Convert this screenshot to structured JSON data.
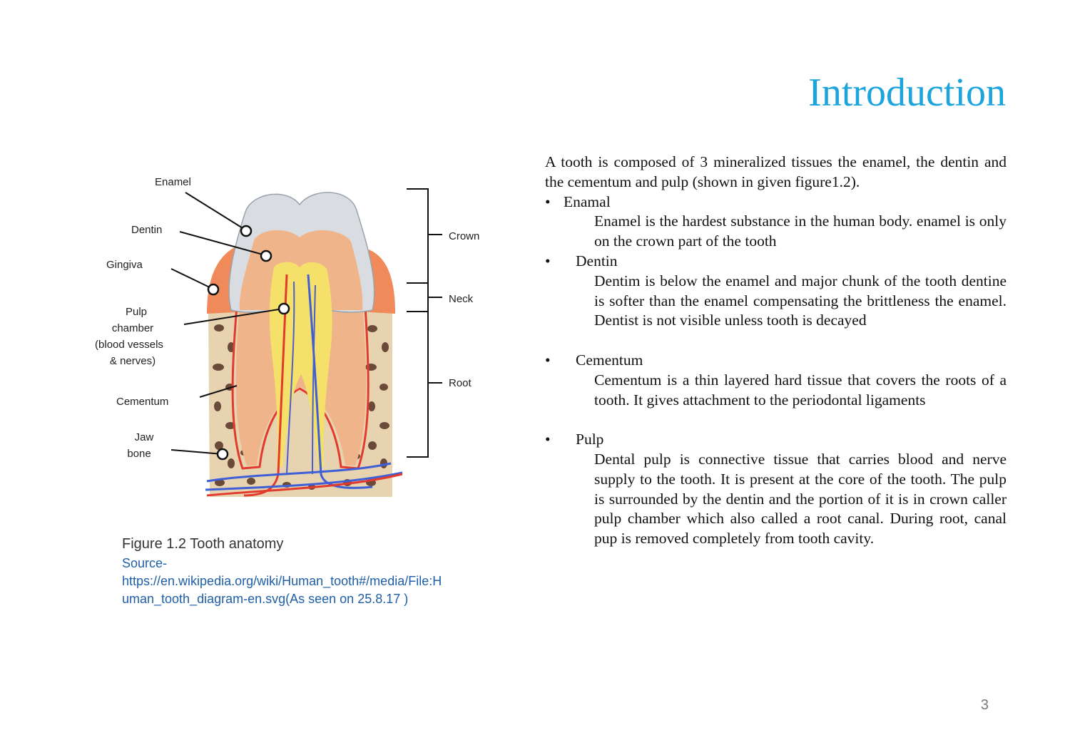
{
  "slide": {
    "title": "Introduction",
    "page_number": "3"
  },
  "figure": {
    "left_labels": {
      "enamel": "Enamel",
      "dentin": "Dentin",
      "gingiva": "Gingiva",
      "pulp_line1": "Pulp",
      "pulp_line2": "chamber",
      "pulp_line3": "(blood vessels",
      "pulp_line4": "& nerves)",
      "cementum": "Cementum",
      "jaw_line1": "Jaw",
      "jaw_line2": "bone"
    },
    "right_labels": {
      "crown": "Crown",
      "neck": "Neck",
      "root": "Root"
    },
    "caption": "Figure 1.2 Tooth anatomy",
    "source_line1": "Source-",
    "source_line2": "https://en.wikipedia.org/wiki/Human_tooth#/media/File:H",
    "source_line3": "uman_tooth_diagram-en.svg(As seen on 25.8.17 )"
  },
  "content": {
    "intro": "A tooth is composed of 3 mineralized tissues the enamel, the dentin and the cementum and pulp (shown in given figure1.2).",
    "items": [
      {
        "term": "Enamal",
        "desc": "Enamel is the hardest substance in the human body. enamel is only on the crown part of the tooth"
      },
      {
        "term": "Dentin",
        "desc": "Dentim is below the enamel and major chunk of the tooth dentine is softer than the enamel compensating the brittleness the enamel. Dentist is not visible unless tooth is decayed"
      },
      {
        "term": "Cementum",
        "desc": "Cementum is a thin layered hard tissue that covers the roots of a tooth. It gives attachment to the periodontal ligaments"
      },
      {
        "term": "Pulp",
        "desc": "Dental pulp is connective tissue that carries blood and nerve supply to the tooth. It is present at the core of the tooth. The pulp is surrounded by the dentin and the portion of it is in crown caller pulp chamber which also called a root canal. During root, canal pup is removed completely from tooth cavity."
      }
    ]
  },
  "colors": {
    "title": "#1ea4dc",
    "source_link": "#1f5fa8",
    "enamel": "#d9dde2",
    "dentin": "#f0b48a",
    "gum": "#f08a5a",
    "bone": "#e7d3b0",
    "pulp": "#f5e06a",
    "artery": "#e23b2e",
    "vein": "#3f5fd6"
  }
}
